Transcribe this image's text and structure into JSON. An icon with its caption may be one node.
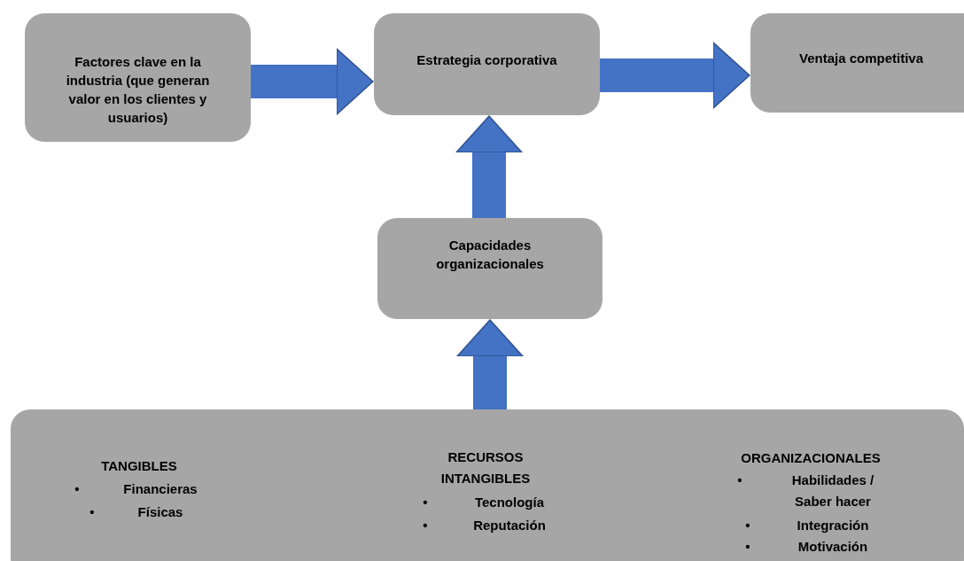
{
  "diagram": {
    "nodes": [
      {
        "text": [
          "Factores clave en la industria (que generan valor en los clientes y usuarios)"
        ]
      },
      {
        "text": [
          "Estrategia corporativa"
        ]
      },
      {
        "text": [
          "Ventaja competitiva"
        ]
      },
      {
        "text": [
          "Capacidades organizacionales"
        ]
      },
      {
        "text": [
          "TANGIBLES",
          "•",
          "Financieras",
          "•",
          "Físicas",
          "RECURSOS INTANGIBLES",
          "•",
          "Tecnología",
          "•",
          "Reputación",
          "ORGANIZACIONALES",
          "•",
          "Habilidades / Saber hacer",
          "•",
          "Integración",
          "•",
          "Motivación"
        ]
      }
    ],
    "edges": [
      {
        "from": 0,
        "to": 1,
        "arrow": "to"
      },
      {
        "from": 1,
        "to": 2,
        "arrow": "to"
      },
      {
        "from": 3,
        "to": 1,
        "arrow": "to"
      },
      {
        "from": 4,
        "to": 3,
        "arrow": "to"
      }
    ]
  }
}
